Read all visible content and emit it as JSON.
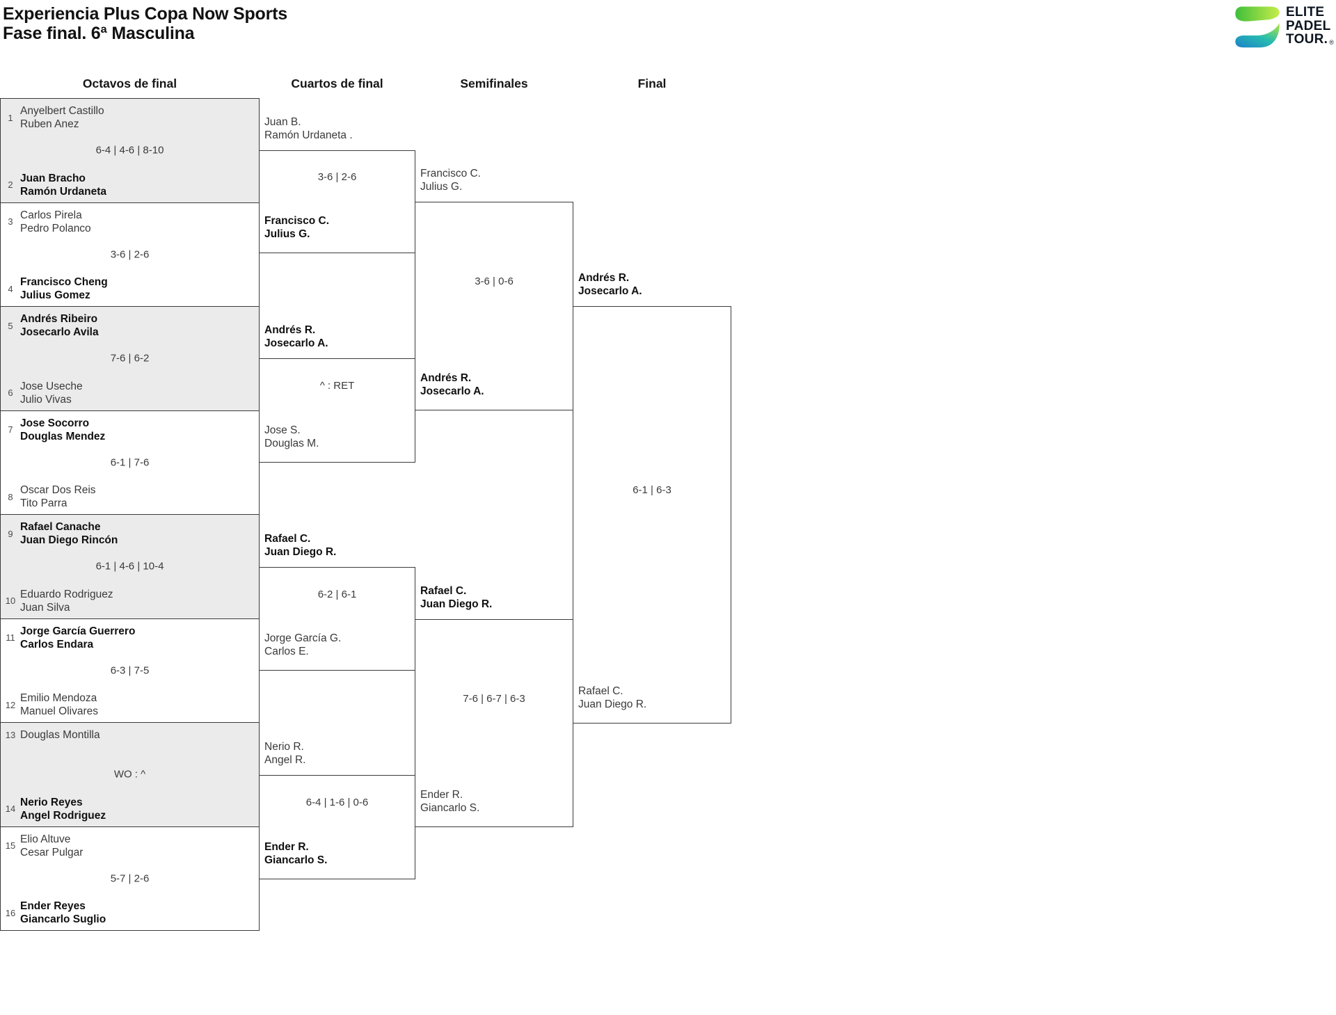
{
  "header": {
    "title_line1": "Experiencia Plus Copa Now Sports",
    "title_line2": "Fase final. 6ª Masculina"
  },
  "logo": {
    "line1": "ELITE",
    "line2": "PADEL",
    "line3": "TOUR.",
    "registered": "®",
    "colors": {
      "green": "#3fbe3a",
      "lime": "#c6ed4b",
      "teal": "#27bcaf",
      "blue": "#1d86c8",
      "text": "#0c1520"
    }
  },
  "columns": [
    "Octavos de final",
    "Cuartos de final",
    "Semifinales",
    "Final"
  ],
  "theme": {
    "alt_row_fill": "#ebebeb",
    "border": "#3a3a3a",
    "winner_text": "#101010",
    "regular_text": "#3a3a3a"
  },
  "rounds": {
    "octavos": [
      {
        "score": "6-4 | 4-6 | 8-10",
        "top": {
          "seed": "1",
          "players": [
            "Anyelbert Castillo",
            "Ruben Anez"
          ],
          "winner": false
        },
        "bottom": {
          "seed": "2",
          "players": [
            "Juan Bracho",
            "Ramón Urdaneta"
          ],
          "winner": true
        }
      },
      {
        "score": "3-6 | 2-6",
        "top": {
          "seed": "3",
          "players": [
            "Carlos Pirela",
            "Pedro Polanco"
          ],
          "winner": false
        },
        "bottom": {
          "seed": "4",
          "players": [
            "Francisco Cheng",
            "Julius Gomez"
          ],
          "winner": true
        }
      },
      {
        "score": "7-6 | 6-2",
        "top": {
          "seed": "5",
          "players": [
            "Andrés Ribeiro",
            "Josecarlo Avila"
          ],
          "winner": true
        },
        "bottom": {
          "seed": "6",
          "players": [
            "Jose Useche",
            "Julio Vivas"
          ],
          "winner": false
        }
      },
      {
        "score": "6-1 | 7-6",
        "top": {
          "seed": "7",
          "players": [
            "Jose Socorro",
            "Douglas Mendez"
          ],
          "winner": true
        },
        "bottom": {
          "seed": "8",
          "players": [
            "Oscar Dos Reis",
            "Tito Parra"
          ],
          "winner": false
        }
      },
      {
        "score": "6-1 | 4-6 | 10-4",
        "top": {
          "seed": "9",
          "players": [
            "Rafael Canache",
            "Juan Diego Rincón"
          ],
          "winner": true
        },
        "bottom": {
          "seed": "10",
          "players": [
            "Eduardo Rodriguez",
            "Juan Silva"
          ],
          "winner": false
        }
      },
      {
        "score": "6-3 | 7-5",
        "top": {
          "seed": "11",
          "players": [
            "Jorge García Guerrero",
            "Carlos Endara"
          ],
          "winner": true
        },
        "bottom": {
          "seed": "12",
          "players": [
            "Emilio Mendoza",
            "Manuel Olivares"
          ],
          "winner": false
        }
      },
      {
        "score": "WO : ^",
        "top": {
          "seed": "13",
          "players": [
            "Douglas Montilla"
          ],
          "winner": false
        },
        "bottom": {
          "seed": "14",
          "players": [
            "Nerio Reyes",
            "Angel Rodriguez"
          ],
          "winner": true
        }
      },
      {
        "score": "5-7 | 2-6",
        "top": {
          "seed": "15",
          "players": [
            "Elio Altuve",
            "Cesar Pulgar"
          ],
          "winner": false
        },
        "bottom": {
          "seed": "16",
          "players": [
            "Ender Reyes",
            "Giancarlo Suglio"
          ],
          "winner": true
        }
      }
    ],
    "cuartos": [
      {
        "score": "3-6 | 2-6",
        "top": {
          "players": [
            "Juan B.",
            "Ramón Urdaneta ."
          ],
          "winner": false
        },
        "bottom": {
          "players": [
            "Francisco C.",
            "Julius G."
          ],
          "winner": true
        }
      },
      {
        "score": "^ : RET",
        "top": {
          "players": [
            "Andrés R.",
            "Josecarlo A."
          ],
          "winner": true
        },
        "bottom": {
          "players": [
            "Jose S.",
            "Douglas M."
          ],
          "winner": false
        }
      },
      {
        "score": "6-2 | 6-1",
        "top": {
          "players": [
            "Rafael C.",
            "Juan Diego R."
          ],
          "winner": true
        },
        "bottom": {
          "players": [
            "Jorge García G.",
            "Carlos E."
          ],
          "winner": false
        }
      },
      {
        "score": "6-4 | 1-6 | 0-6",
        "top": {
          "players": [
            "Nerio R.",
            "Angel R."
          ],
          "winner": false
        },
        "bottom": {
          "players": [
            "Ender R.",
            "Giancarlo S."
          ],
          "winner": true
        }
      }
    ],
    "semifinales": [
      {
        "score": "3-6 | 0-6",
        "top": {
          "players": [
            "Francisco C.",
            "Julius G."
          ],
          "winner": false
        },
        "bottom": {
          "players": [
            "Andrés R.",
            "Josecarlo A."
          ],
          "winner": true
        }
      },
      {
        "score": "7-6 | 6-7 | 6-3",
        "top": {
          "players": [
            "Rafael C.",
            "Juan Diego R."
          ],
          "winner": true
        },
        "bottom": {
          "players": [
            "Ender R.",
            "Giancarlo S."
          ],
          "winner": false
        }
      }
    ],
    "final": [
      {
        "score": "6-1 | 6-3",
        "top": {
          "players": [
            "Andrés R.",
            "Josecarlo A."
          ],
          "winner": true
        },
        "bottom": {
          "players": [
            "Rafael C.",
            "Juan Diego R."
          ],
          "winner": false
        }
      }
    ]
  }
}
